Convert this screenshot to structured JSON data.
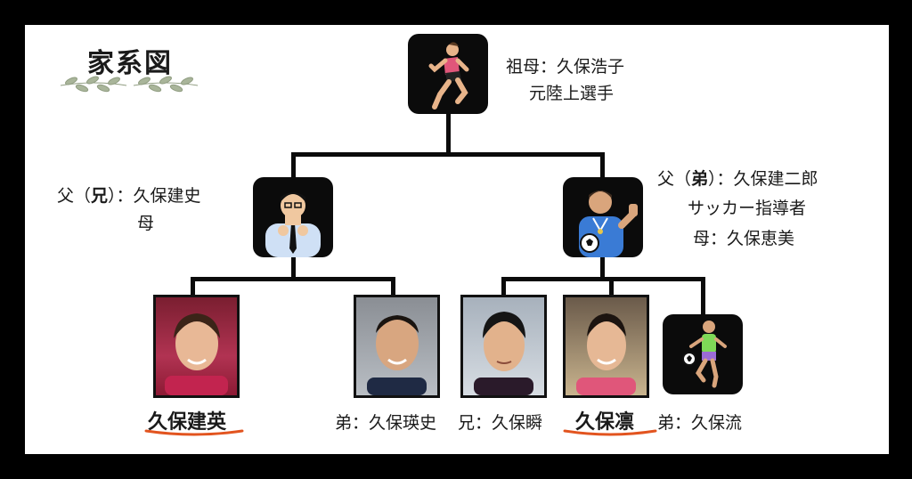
{
  "title": "家系図",
  "colors": {
    "accent_underline": "#e2541f",
    "leaf_green": "#a9b59a",
    "tile_bg": "#0b0b0b"
  },
  "grandmother": {
    "line1": "祖母：久保浩子",
    "line2": "元陸上選手",
    "icon": "runner-icon"
  },
  "father_older": {
    "line1_prefix": "父（",
    "line1_bold": "兄",
    "line1_suffix": "）：久保建史",
    "line2": "母",
    "icon": "businessman-icon"
  },
  "father_younger": {
    "line1_prefix": "父（",
    "line1_bold": "弟",
    "line1_suffix": "）：久保建二郎",
    "line2": "サッカー指導者",
    "line3": "母：久保恵美",
    "icon": "coach-thumbs-up-icon"
  },
  "children": [
    {
      "label": "久保建英",
      "highlight": true
    },
    {
      "label": "弟：久保瑛史",
      "highlight": false
    },
    {
      "label": "兄：久保瞬",
      "highlight": false
    },
    {
      "label": "久保凛",
      "highlight": true
    },
    {
      "label": "弟：久保流",
      "highlight": false,
      "icon": "soccer-player-icon"
    }
  ]
}
